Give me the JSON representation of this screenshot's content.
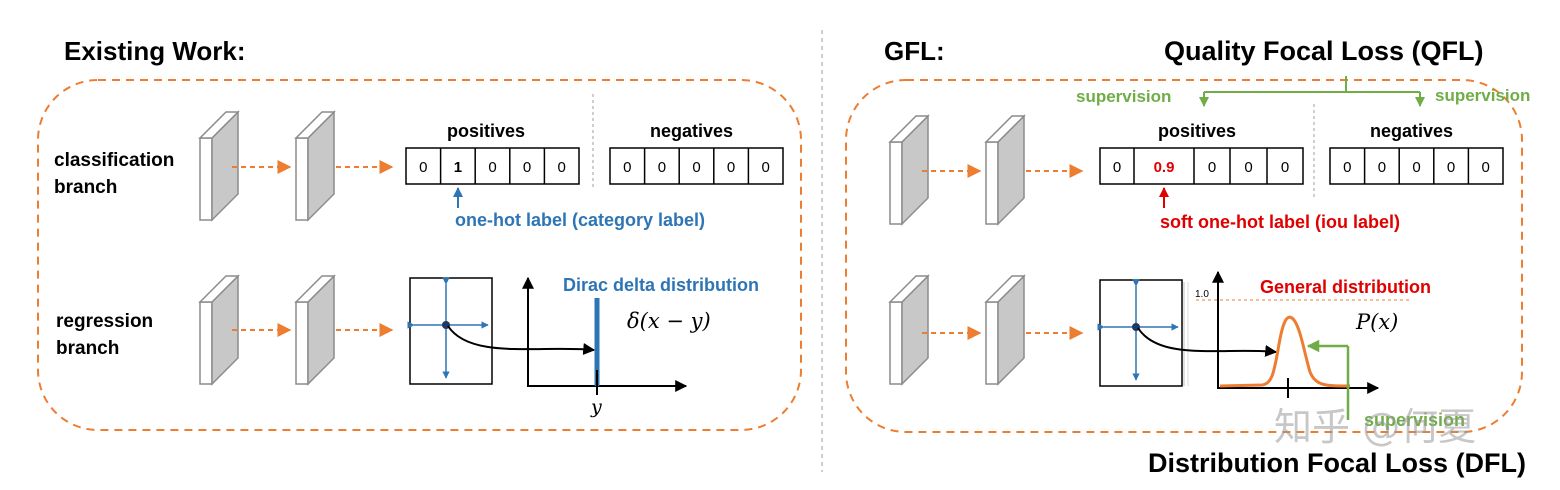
{
  "left": {
    "title": "Existing Work:",
    "classification_label_line1": "classification",
    "classification_label_line2": "branch",
    "regression_label_line1": "regression",
    "regression_label_line2": "branch",
    "positives_header": "positives",
    "negatives_header": "negatives",
    "positive_cells": [
      "0",
      "1",
      "0",
      "0",
      "0"
    ],
    "negative_cells": [
      "0",
      "0",
      "0",
      "0",
      "0"
    ],
    "onehot_caption": "one-hot label (category label)",
    "dirac_caption": "Dirac delta distribution",
    "dirac_formula": "δ(x − y)",
    "axis_y_label": "y"
  },
  "right": {
    "title": "GFL:",
    "qfl_title": "Quality Focal Loss (QFL)",
    "supervision_left": "supervision",
    "supervision_right": "supervision",
    "positives_header": "positives",
    "negatives_header": "negatives",
    "positive_cells": [
      "0",
      "0.9",
      "0",
      "0",
      "0"
    ],
    "negative_cells": [
      "0",
      "0",
      "0",
      "0",
      "0"
    ],
    "soft_caption": "soft one-hot label (iou label)",
    "general_caption": "General distribution",
    "y_tick": "1.0",
    "px_formula": "P(x)",
    "supervision_bottom": "supervision",
    "dfl_title": "Distribution Focal Loss (DFL)"
  },
  "watermark": "知乎 @何夏",
  "colors": {
    "orange": "#ED7D31",
    "blue": "#2E75B6",
    "green": "#70AD47",
    "red": "#E00000",
    "grey_panel": "#C8C8C8",
    "divider": "#BFBFBF"
  }
}
